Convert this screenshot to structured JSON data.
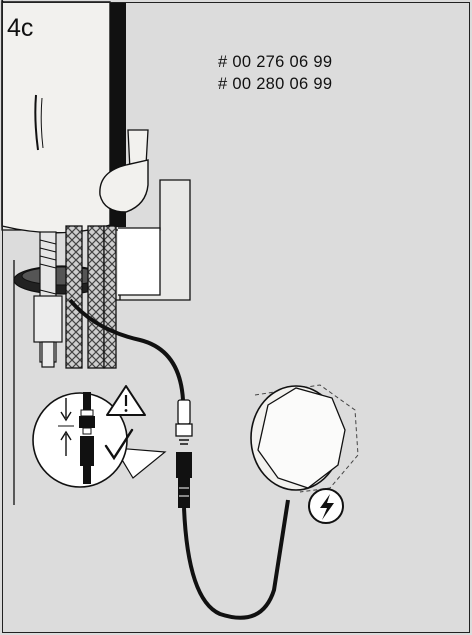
{
  "figure": {
    "step_label": "4c",
    "part_numbers": [
      "# 00 276 06 99",
      "# 00 280 06 99"
    ],
    "colors": {
      "background": "#dcdcdc",
      "faucet_body": "#f2f1ee",
      "outline": "#111111",
      "cable": "#1a1a1a"
    },
    "icons": [
      "warning-triangle-icon",
      "checkmark-icon",
      "electric-hazard-icon",
      "arrow-down-icon",
      "arrow-up-icon"
    ]
  }
}
